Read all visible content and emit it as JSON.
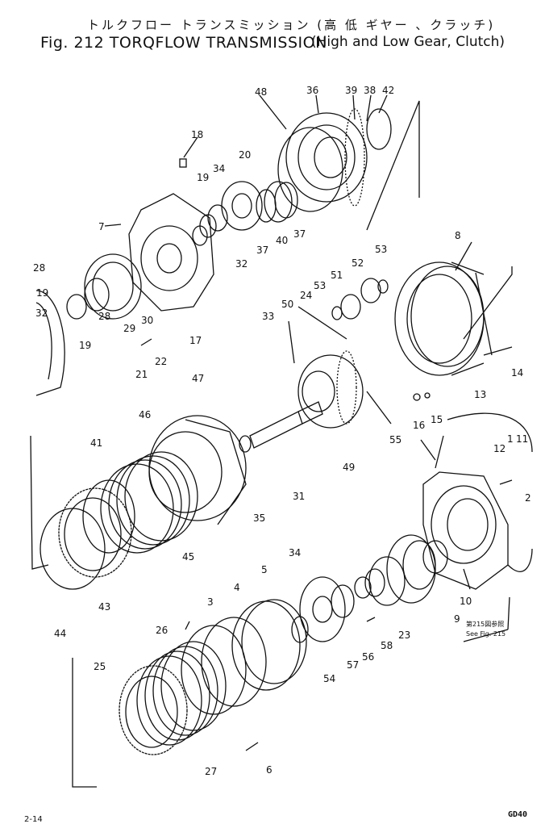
{
  "header": {
    "japanese_title": "トルクフロー トランスミッション (高 低 ギヤー 、クラッチ)",
    "english_title": "Fig. 212  TORQFLOW TRANSMISSION",
    "subtitle": "(High and Low Gear, Clutch)"
  },
  "callouts": [
    "1",
    "2",
    "3",
    "4",
    "5",
    "6",
    "7",
    "8",
    "9",
    "10",
    "11",
    "12",
    "13",
    "14",
    "15",
    "16",
    "17",
    "18",
    "19",
    "19",
    "19",
    "20",
    "21",
    "22",
    "23",
    "24",
    "25",
    "26",
    "27",
    "28",
    "28",
    "29",
    "30",
    "31",
    "32",
    "32",
    "33",
    "34",
    "34",
    "35",
    "36",
    "37",
    "37",
    "38",
    "39",
    "40",
    "41",
    "42",
    "43",
    "44",
    "45",
    "46",
    "47",
    "48",
    "49",
    "50",
    "51",
    "52",
    "53",
    "53",
    "54",
    "55",
    "56",
    "57",
    "58"
  ],
  "reference_note": {
    "japanese": "第215図参照",
    "english": "See Fig. 215"
  },
  "page_number": "2-14",
  "drawing_code": "GD40"
}
